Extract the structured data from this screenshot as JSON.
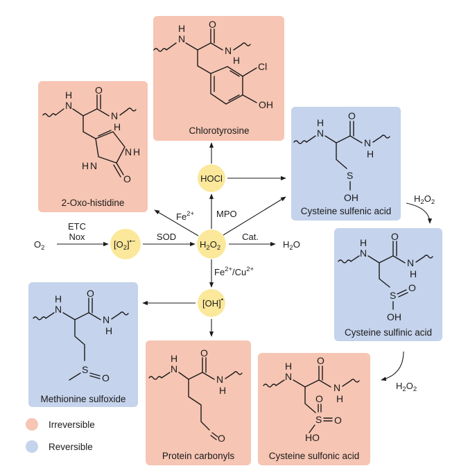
{
  "colors": {
    "irreversible": "#f6c5b3",
    "reversible": "#c5d3ec",
    "node_fill": "#fbe89a",
    "line": "#1a1a1a"
  },
  "boxes": {
    "chlorotyrosine": "Chlorotyrosine",
    "oxo_histidine": "2-Oxo-histidine",
    "cysteine_sulfenic": "Cysteine sulfenic acid",
    "cysteine_sulfinic": "Cysteine sulfinic acid",
    "cysteine_sulfonic": "Cysteine sulfonic acid",
    "methionine_sulfoxide": "Methionine sulfoxide",
    "protein_carbonyls": "Protein carbonyls"
  },
  "nodes": {
    "o2": "O",
    "o2_sub": "2",
    "superoxide": "[O",
    "superoxide_sub": "2",
    "superoxide_close": "]",
    "superoxide_sup": "•−",
    "h2o2": "H",
    "h2o2_sub1": "2",
    "h2o2_mid": "O",
    "h2o2_sub2": "2",
    "hocl": "HOCl",
    "hydroxyl": "[OH]",
    "hydroxyl_sup": "•",
    "water": "H",
    "water_sub": "2",
    "water_end": "O"
  },
  "labels": {
    "etc": "ETC",
    "nox": "Nox",
    "sod": "SOD",
    "cat": "Cat.",
    "mpo": "MPO",
    "fe": "Fe",
    "fe_sup": "2+",
    "fecu_fe": "Fe",
    "fecu_fe_sup": "2+",
    "fecu_cu": "/Cu",
    "fecu_cu_sup": "2+",
    "h2o2_right_h": "H",
    "h2o2_right_2a": "2",
    "h2o2_right_o": "O",
    "h2o2_right_2b": "2",
    "h2o2_bottom_h": "H",
    "h2o2_bottom_2a": "2",
    "h2o2_bottom_o": "O",
    "h2o2_bottom_2b": "2"
  },
  "atoms": {
    "nh": "N",
    "h": "H",
    "o": "O",
    "cl": "Cl",
    "oh": "OH",
    "s": "S",
    "ho": "HO"
  },
  "legend": {
    "irreversible": "Irreversible",
    "reversible": "Reversible"
  }
}
